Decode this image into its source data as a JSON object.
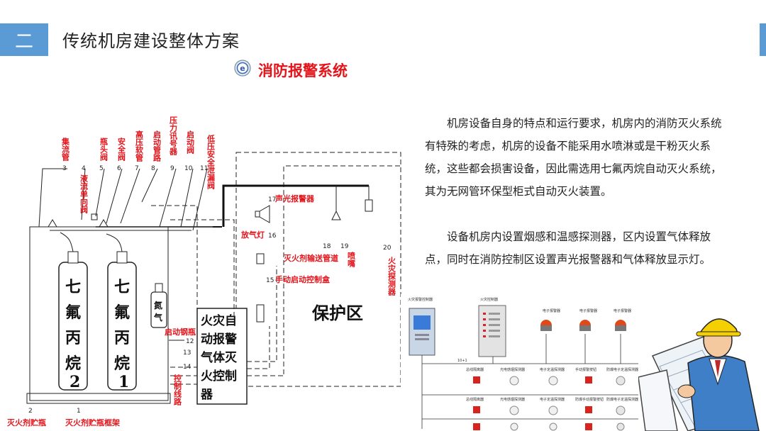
{
  "header": {
    "section_number": "二",
    "title": "传统机房建设整体方案",
    "subtitle": "消防报警系统",
    "accent_color": "#5b9bd5",
    "subtitle_color": "#e4141b"
  },
  "body": {
    "paragraph1": "机房设备自身的特点和运行要求，机房内的消防灭火系统有特殊的考虑，机房的设备不能采用水喷淋或是干粉灭火系统，这些都会损害设备，因此需选用七氟丙烷自动灭火系统，其为无网管环保型柜式自动灭火装置。",
    "paragraph2": "设备机房内设置烟感和温感探测器，区内设置气体释放点，同时在消防控制区设置声光报警器和气体释放显示灯。"
  },
  "diagram": {
    "labels_vertical": {
      "collecting_pipe": "集流管",
      "liquid_check_valve": "液流单向阀",
      "bottle_valve": "瓶头阀",
      "safety_valve": "安全阀",
      "high_pressure_hose": "高压软管",
      "start_pipeline": "启动管路",
      "pressure_signaler": "压力讯号器",
      "start_valve": "启动阀",
      "low_pressure_vent": "低压安全泄漏阀",
      "fire_detector": "火灾探测器",
      "nozzle": "喷嘴",
      "control_line": "控制线路"
    },
    "labels_horizontal": {
      "sound_light_alarm": "声光报警器",
      "discharge_light": "放气灯",
      "agent_pipe": "灭火剂输送管道",
      "manual_box": "手动启动控制盒",
      "start_bottle": "启动钢瓶",
      "agent_bottle": "灭火剂贮瓶",
      "bottle_frame": "灭火剂贮瓶框架",
      "protected_zone": "保护区",
      "nitrogen": "氮气"
    },
    "cylinder_left_text": [
      "七",
      "氟",
      "丙",
      "烷",
      "2"
    ],
    "cylinder_right_text": [
      "七",
      "氟",
      "丙",
      "烷",
      "1"
    ],
    "controller_lines": [
      "火灾自",
      "动报警",
      "气体灭",
      "火控制",
      "器"
    ],
    "numbers": [
      "1",
      "2",
      "3",
      "4",
      "5",
      "6",
      "7",
      "8",
      "9",
      "10",
      "11",
      "12",
      "13",
      "14",
      "15",
      "16",
      "17",
      "18",
      "19",
      "20"
    ]
  },
  "panel": {
    "top_labels": [
      "火灾报警控制器",
      "火灾控制器",
      "电子报警器",
      "电子报警器",
      "电子报警器"
    ],
    "row1": [
      "总线隔离器",
      "光电感烟探测器",
      "电子定温探测器",
      "手动报警按钮",
      "防爆电子定温探测器"
    ],
    "row2": [
      "总线隔离器",
      "光电感烟探测器",
      "电子定温探测器",
      "防爆手动报警按钮",
      "防爆电子定温探测器"
    ]
  }
}
